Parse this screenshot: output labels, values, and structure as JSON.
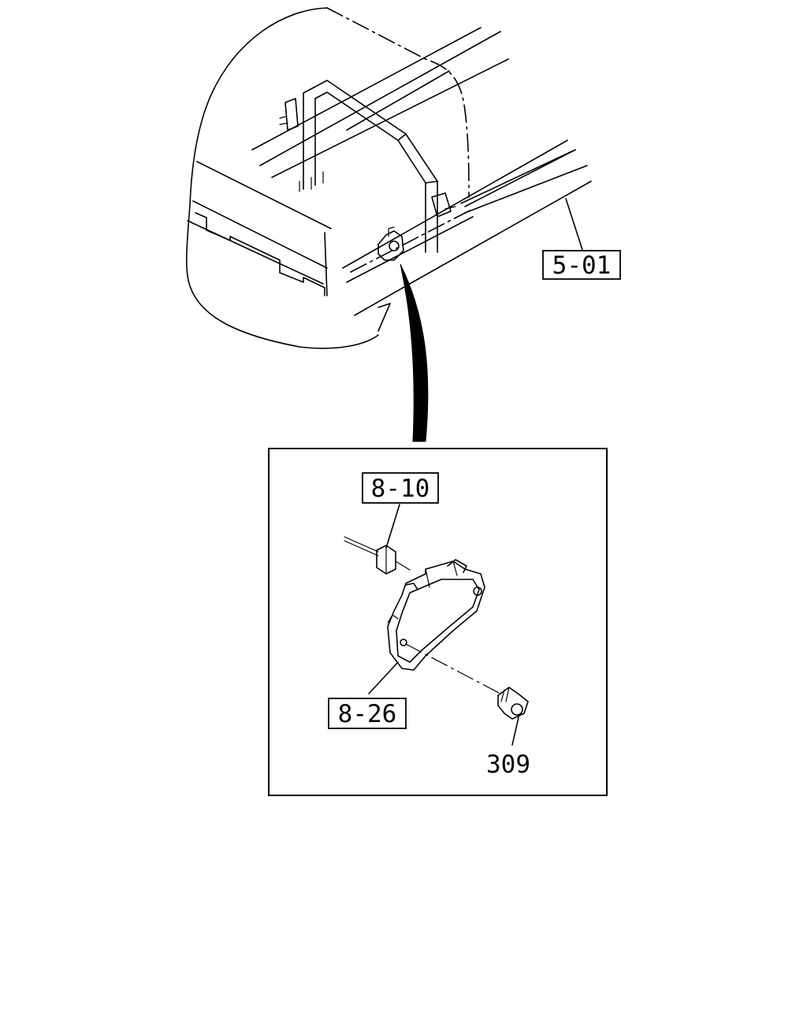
{
  "callouts": {
    "part_5_01": "5-01",
    "part_8_10": "8-10",
    "part_8_26": "8-26",
    "part_309": "309"
  },
  "colors": {
    "line": "#000000",
    "background": "#ffffff"
  }
}
